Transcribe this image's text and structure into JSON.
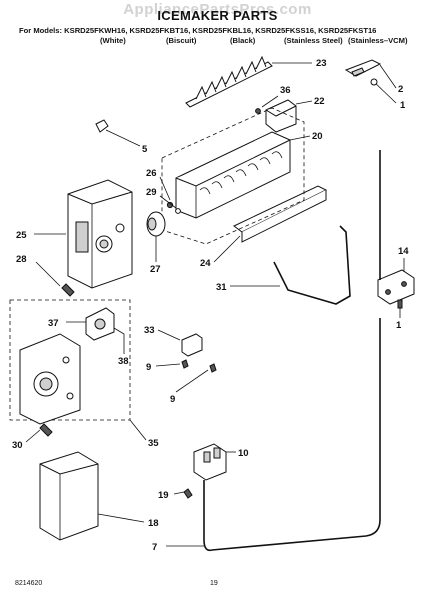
{
  "watermark": "AppliancePartsPros.com",
  "title": "ICEMAKER PARTS",
  "models_line": "For Models: KSRD25FKWH16, KSRD25FKBT16, KSRD25FKBL16, KSRD25FKSS16, KSRD25FKST16",
  "finishes": [
    "(White)",
    "(Biscuit)",
    "(Black)",
    "(Stainless Steel)",
    "(Stainless–VCM)"
  ],
  "callouts": {
    "c23": "23",
    "c2": "2",
    "c1a": "1",
    "c36": "36",
    "c22": "22",
    "c20": "20",
    "c5": "5",
    "c26": "26",
    "c29": "29",
    "c25": "25",
    "c28": "28",
    "c27": "27",
    "c24": "24",
    "c31": "31",
    "c14": "14",
    "c1b": "1",
    "c37": "37",
    "c38": "38",
    "c33": "33",
    "c9a": "9",
    "c9b": "9",
    "c30": "30",
    "c35": "35",
    "c10": "10",
    "c19": "19",
    "c18": "18",
    "c7": "7"
  },
  "footer": {
    "doc_number": "8214620",
    "page_number": "19"
  }
}
